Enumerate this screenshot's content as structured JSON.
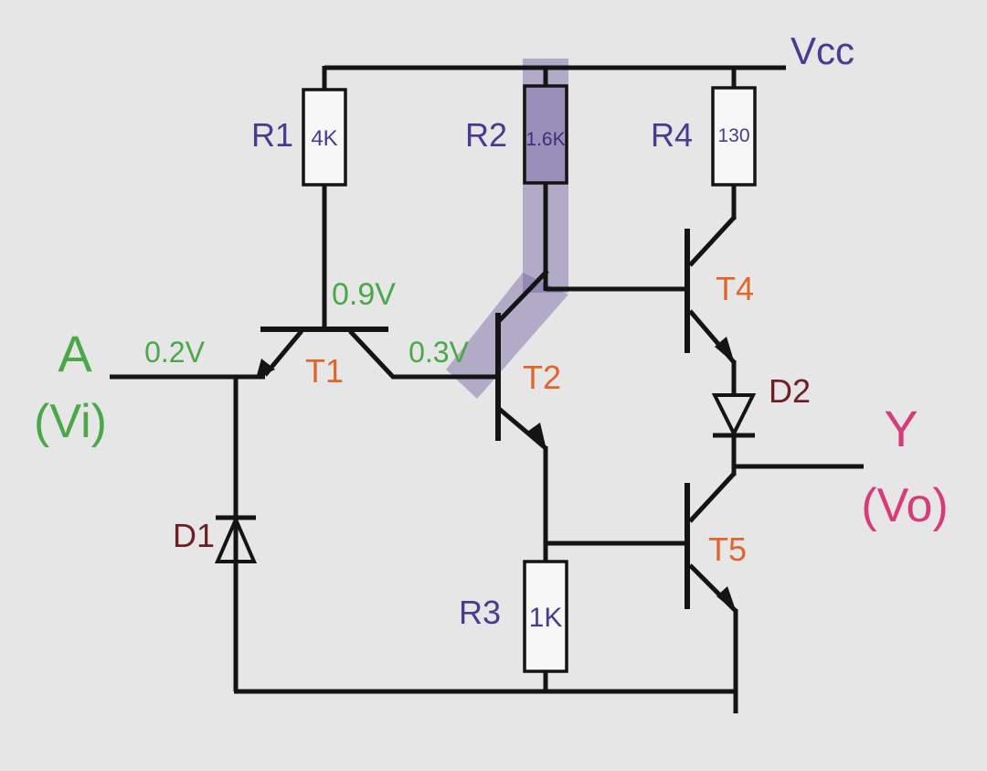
{
  "supply": {
    "label": "Vcc"
  },
  "resistors": [
    {
      "name": "R1",
      "value": "4K"
    },
    {
      "name": "R2",
      "value": "1.6K"
    },
    {
      "name": "R3",
      "value": "1K"
    },
    {
      "name": "R4",
      "value": "130"
    }
  ],
  "transistors": [
    "T1",
    "T2",
    "T4",
    "T5"
  ],
  "diodes": [
    "D1",
    "D2"
  ],
  "voltages": {
    "t1_base": "0.9V",
    "input": "0.2V",
    "t2_base": "0.3V"
  },
  "input": {
    "name": "A",
    "signal": "(Vi)"
  },
  "output": {
    "name": "Y",
    "signal": "(Vo)"
  },
  "colors": {
    "component_name": "#4b3a8f",
    "transistor_name": "#e0662c",
    "diode_name": "#6e1f24",
    "voltage": "#4aa84a",
    "output": "#d63b7a",
    "highlight": "#7a6aa8"
  }
}
